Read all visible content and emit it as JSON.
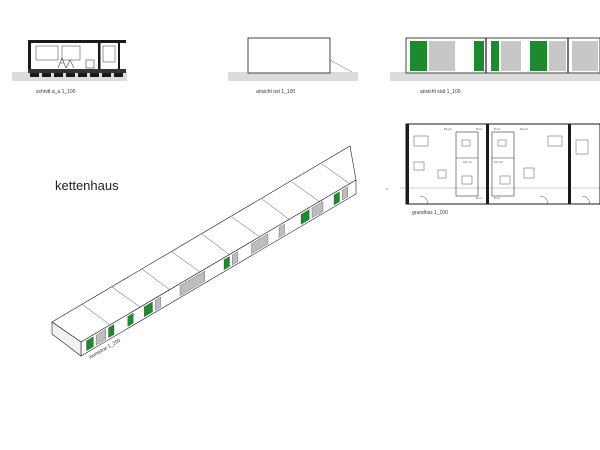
{
  "title": "kettenhaus",
  "labels": {
    "section": "schnitt a_a 1_100",
    "elevation_east": "ansicht ost 1_100",
    "elevation_south": "ansicht süd 1_100",
    "plan": "grundriss 1_100",
    "axonometric": "isometrie 1_200"
  },
  "plan_areas": [
    "10 m²",
    "8 m²",
    "3.5 m²",
    "8 m²",
    "10 m²",
    "8 m²",
    "3.5 m²",
    "8 m²"
  ],
  "colors": {
    "panel": "#1e8a2e",
    "line": "#1a1a1a",
    "ground": "#d9d9d9",
    "glass": "#bdbdbd"
  }
}
